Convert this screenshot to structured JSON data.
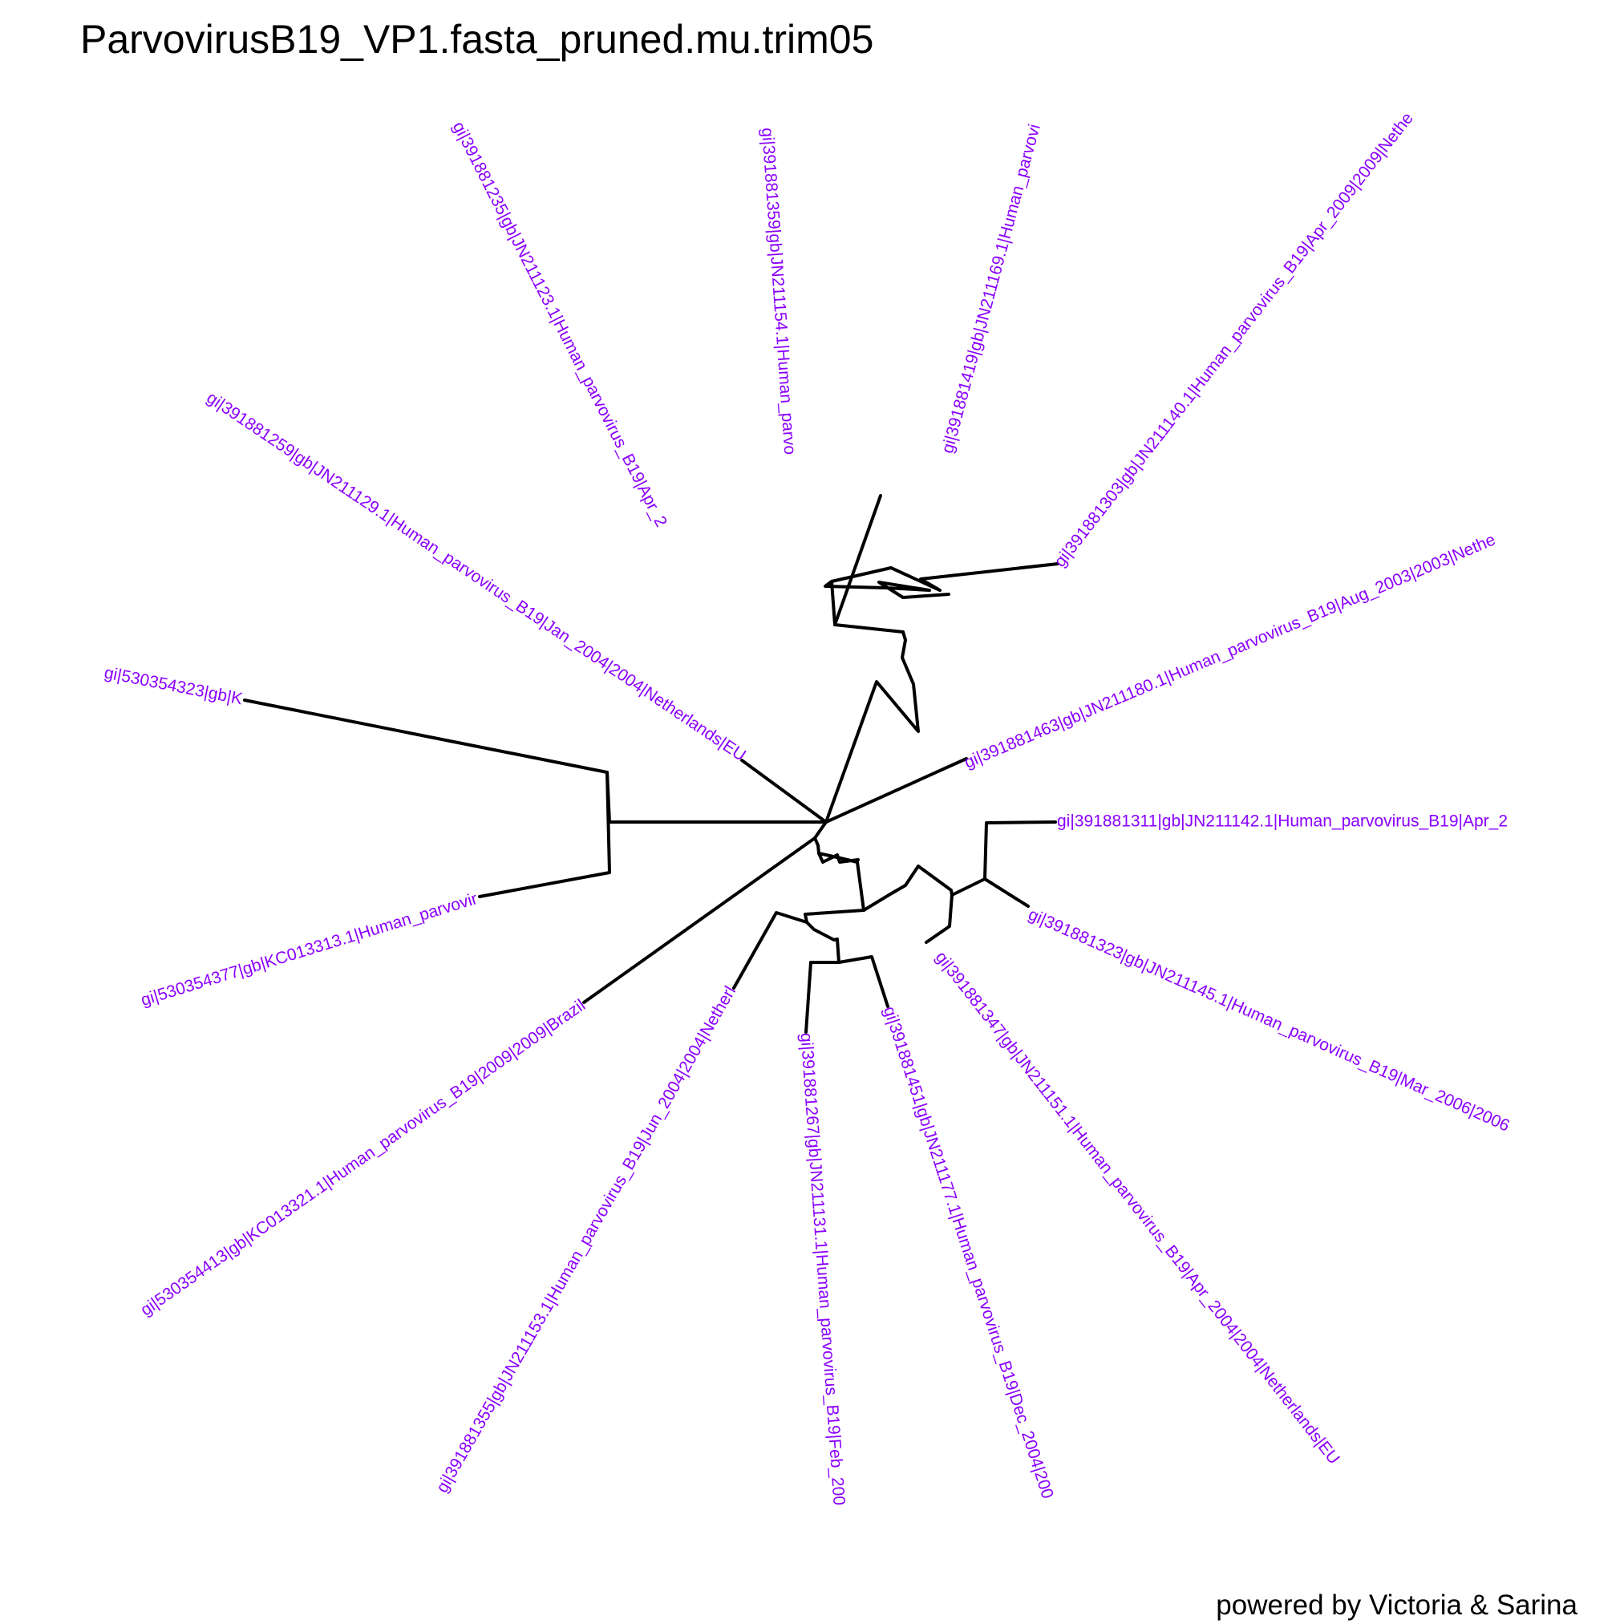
{
  "title": "ParvovirusB19_VP1.fasta_pruned.mu.trim05",
  "credit": "powered by Victoria & Sarina",
  "label_color": "#8b00ff",
  "branch_color": "#000000",
  "tips": [
    {
      "label": "gi|391881311|gb|JN211142.1|Human_parvovirus_B19|Apr_2"
    },
    {
      "label": "gi|391881323|gb|JN211145.1|Human_parvovirus_B19|Mar_2006|2006"
    },
    {
      "label": "gi|391881347|gb|JN211151.1|Human_parvovirus_B19|Apr_2004|2004|Netherlands|EU"
    },
    {
      "label": "gi|391881451|gb|JN211177.1|Human_parvovirus_B19|Dec_2004|200"
    },
    {
      "label": "gi|391881267|gb|JN211131.1|Human_parvovirus_B19|Feb_200"
    },
    {
      "label": "gi|391881355|gb|JN211153.1|Human_parvovirus_B19|Jun_2004|2004|Netherl"
    },
    {
      "label": "gi|530354413|gb|KC013321.1|Human_parvovirus_B19|2009|2009|Brazil"
    },
    {
      "label": "gi|530354377|gb|KC013313.1|Human_parvovir"
    },
    {
      "label": "gi|530354323|gb|K"
    },
    {
      "label": "gi|391881259|gb|JN211129.1|Human_parvovirus_B19|Jan_2004|2004|Netherlands|EU"
    },
    {
      "label": "gi|391881235|gb|JN211123.1|Human_parvovirus_B19|Apr_2"
    },
    {
      "label": "gi|391881359|gb|JN211154.1|Human_parvo"
    },
    {
      "label": "gi|391881419|gb|JN211169.1|Human_parvovi"
    },
    {
      "label": "gi|391881303|gb|JN211140.1|Human_parvovirus_B19|Apr_2009|2009|Nethe"
    },
    {
      "label": "gi|391881463|gb|JN211180.1|Human_parvovirus_B19|Aug_2003|2003|Nethe"
    }
  ]
}
